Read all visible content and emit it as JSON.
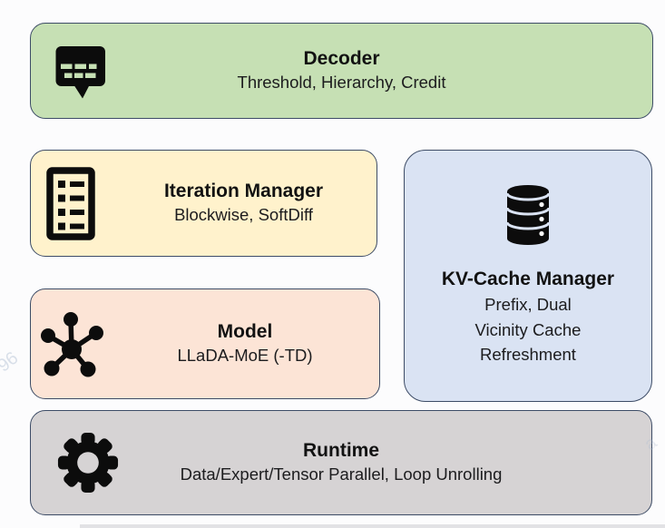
{
  "canvas": {
    "background": "#fcfcfd",
    "box_border_color": "#3d4c66",
    "bottom_strip_color": "#e2e2e5"
  },
  "watermarks": {
    "left_fragment": "96",
    "right_fragment": "a"
  },
  "boxes": {
    "decoder": {
      "title": "Decoder",
      "subtitle": "Threshold, Hierarchy, Credit",
      "icon": "speech-bubble-icon",
      "bg_color": "#c6e0b4"
    },
    "iteration_manager": {
      "title": "Iteration Manager",
      "subtitle": "Blockwise, SoftDiff",
      "icon": "list-document-icon",
      "bg_color": "#fff2cc"
    },
    "kv_cache_manager": {
      "title": "KV-Cache Manager",
      "subtitle_lines": [
        "Prefix, Dual",
        "Vicinity Cache",
        "Refreshment"
      ],
      "icon": "database-icon",
      "bg_color": "#dae3f3"
    },
    "model": {
      "title": "Model",
      "subtitle": "LLaDA-MoE (-TD)",
      "icon": "network-hub-icon",
      "bg_color": "#fce4d6"
    },
    "runtime": {
      "title": "Runtime",
      "subtitle": "Data/Expert/Tensor Parallel, Loop Unrolling",
      "icon": "gear-icon",
      "bg_color": "#d6d3d4"
    }
  }
}
